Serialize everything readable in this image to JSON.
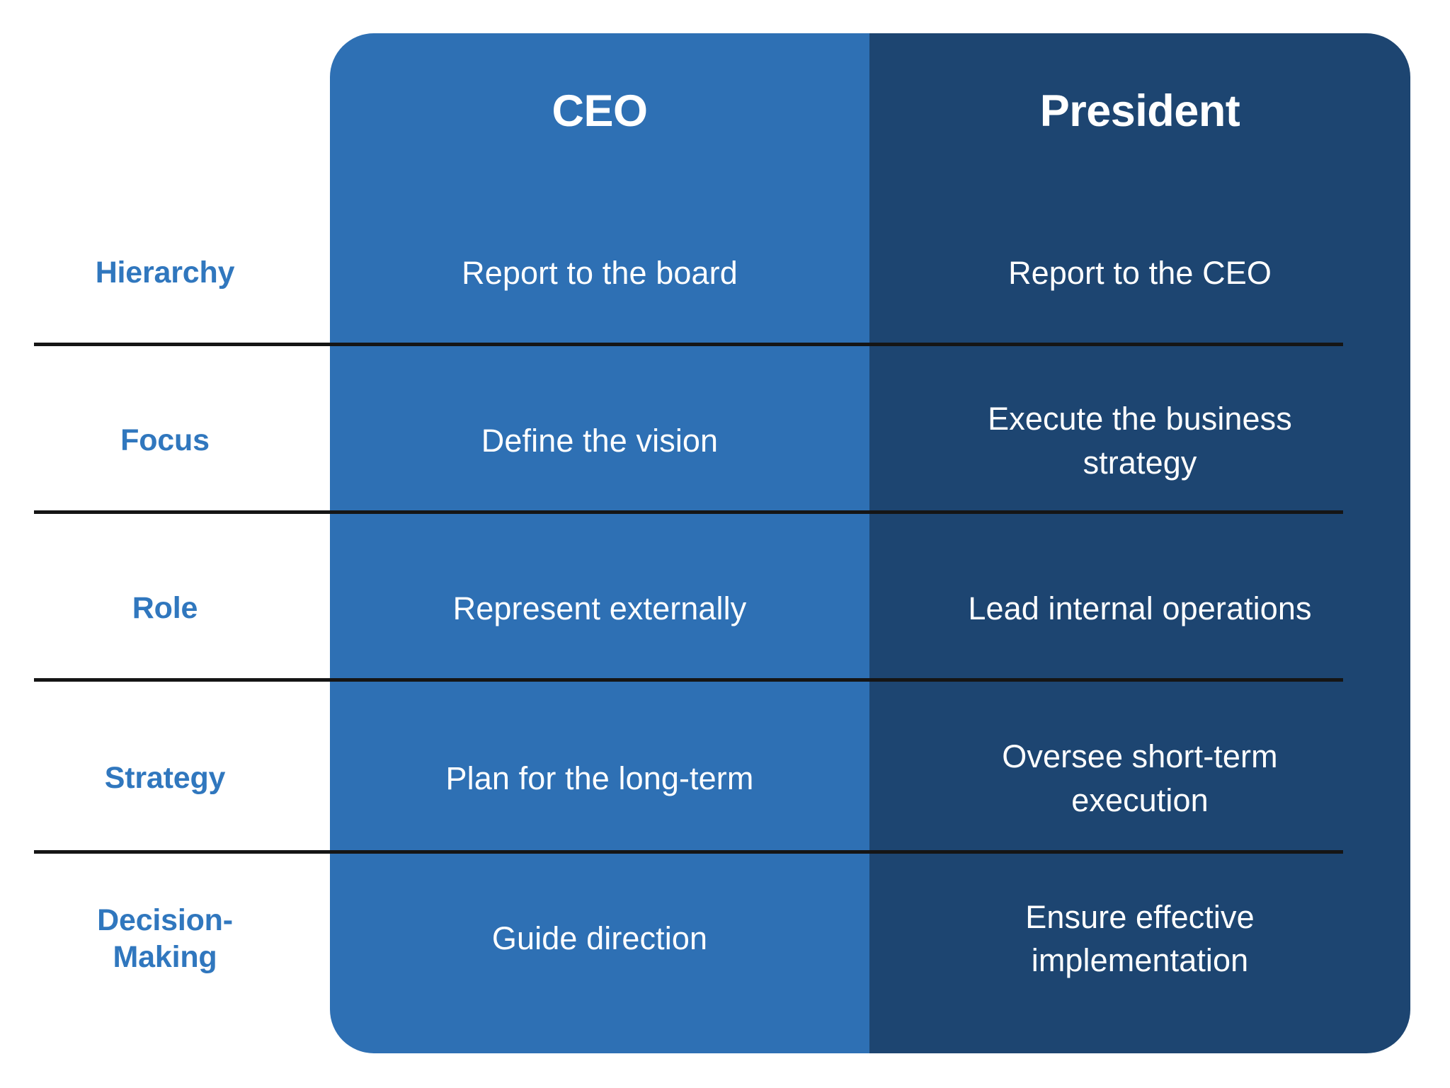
{
  "title": "CEO vs President comparison table",
  "colors": {
    "ceo_column": "#2e70b4",
    "president_column": "#1d4571",
    "row_label": "#3077be",
    "divider": "#151515",
    "cell_text": "#ffffff",
    "background": "#ffffff"
  },
  "table": {
    "row_label_header": "",
    "columns": [
      {
        "key": "ceo",
        "label": "CEO"
      },
      {
        "key": "president",
        "label": "President"
      }
    ],
    "rows": [
      {
        "label": "Hierarchy",
        "ceo": "Report to the board",
        "president": "Report to the CEO"
      },
      {
        "label": "Focus",
        "ceo": "Define the vision",
        "president": "Execute the business strategy"
      },
      {
        "label": "Role",
        "ceo": "Represent externally",
        "president": "Lead internal operations"
      },
      {
        "label": "Strategy",
        "ceo": "Plan for the long-term",
        "president": "Oversee short-term execution"
      },
      {
        "label": "Decision-Making",
        "ceo": "Guide direction",
        "president": "Ensure effective implementation"
      }
    ]
  }
}
